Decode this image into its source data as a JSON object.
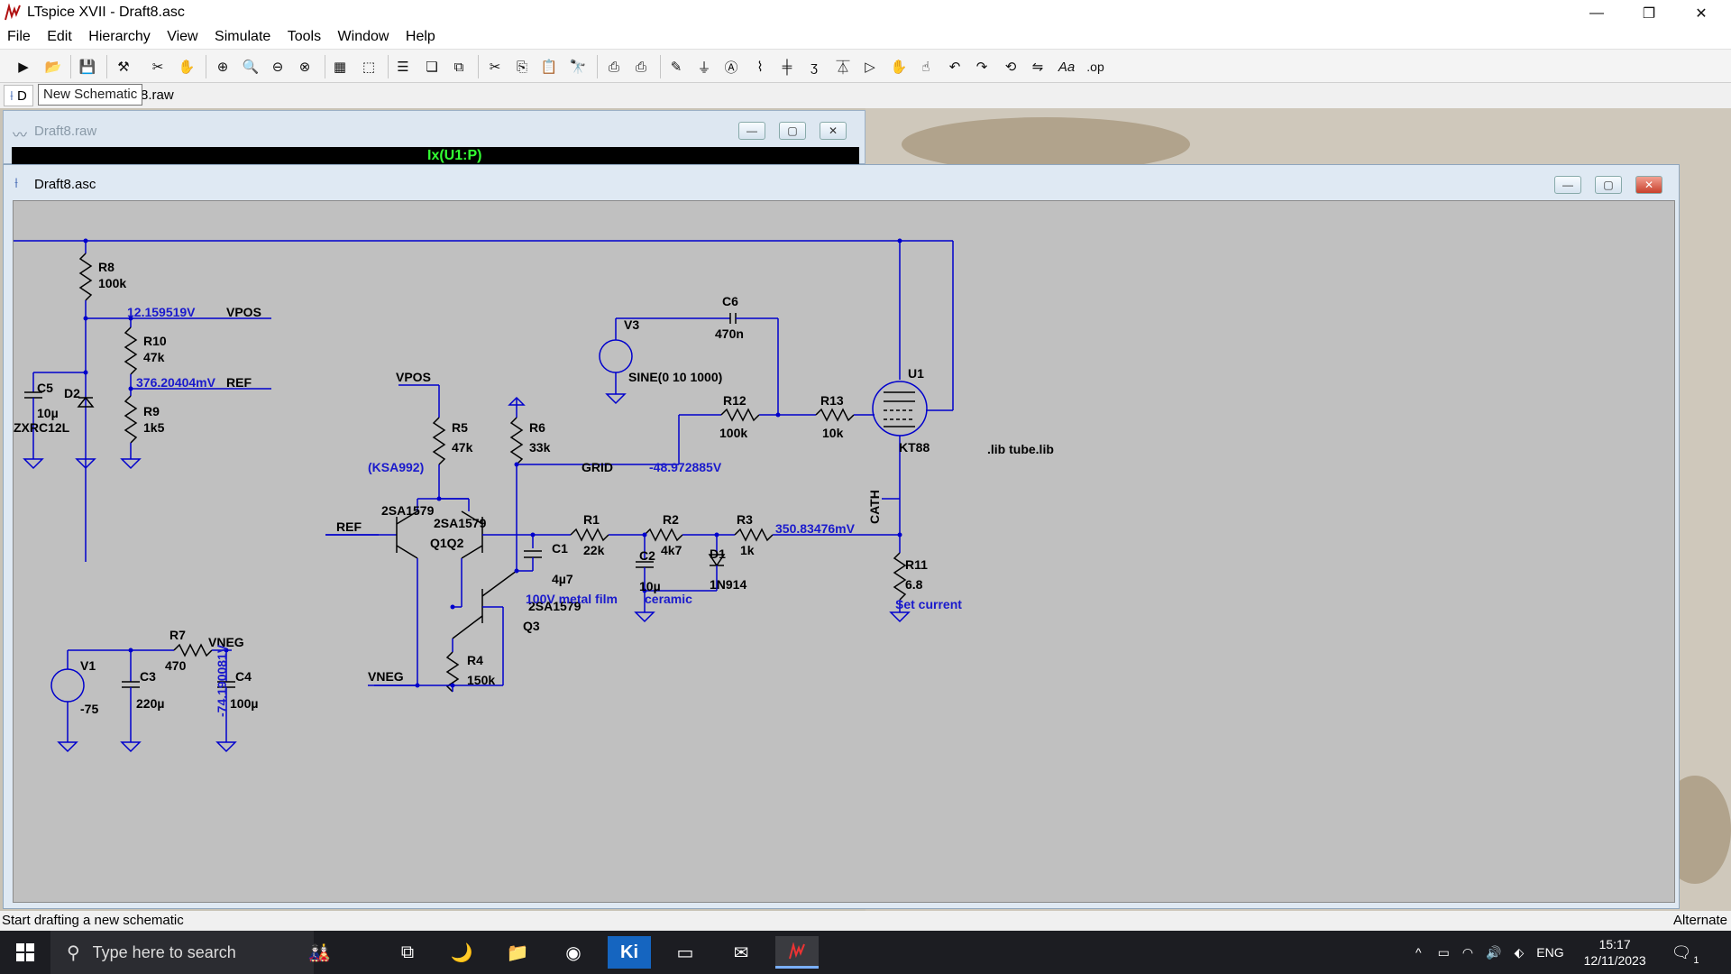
{
  "app": {
    "title": "LTspice XVII - Draft8.asc"
  },
  "window_controls": {
    "minimize": "—",
    "restore": "❐",
    "close": "✕"
  },
  "menu": [
    "File",
    "Edit",
    "Hierarchy",
    "View",
    "Simulate",
    "Tools",
    "Window",
    "Help"
  ],
  "toolbar": {
    "icons": [
      "run-icon",
      "open-icon",
      "save-icon",
      "control-panel-icon",
      "halt-icon",
      "pan-hand-icon",
      "zoom-in-icon",
      "zoom-area-icon",
      "zoom-out-icon",
      "zoom-fit-icon",
      "autorange-icon",
      "zoom-back-icon",
      "tile-icon",
      "cascade-icon",
      "close-all-icon",
      "cut-icon",
      "copy-icon",
      "paste-icon",
      "find-icon",
      "print-icon",
      "print-preview-icon",
      "pencil-icon",
      "ground-icon",
      "label-icon",
      "resistor-icon",
      "capacitor-icon",
      "inductor-icon",
      "diode-icon",
      "component-icon",
      "move-icon",
      "drag-icon",
      "undo-icon",
      "redo-icon",
      "rotate-icon",
      "mirror-icon",
      "text-icon",
      "spice-directive-icon"
    ]
  },
  "tabs": {
    "first_tab_prefix": "D",
    "second_tab": "8.raw"
  },
  "tooltip": {
    "text": "New Schematic"
  },
  "raw_window": {
    "title": "Draft8.raw",
    "trace_label": "Ix(U1:P)"
  },
  "asc_window": {
    "title": "Draft8.asc"
  },
  "schematic": {
    "R8": {
      "name": "R8",
      "value": "100k"
    },
    "R10": {
      "name": "R10",
      "value": "47k"
    },
    "R9": {
      "name": "R9",
      "value": "1k5"
    },
    "C5": {
      "name": "C5",
      "value": "10µ"
    },
    "D2": {
      "name": "D2",
      "model": "ZXRC12L"
    },
    "vpos_voltage": "12.159519V",
    "vpos_label": "VPOS",
    "ref_voltage": "376.20404mV",
    "ref_label": "REF",
    "V3": {
      "name": "V3",
      "value": "SINE(0 10 1000)"
    },
    "C6": {
      "name": "C6",
      "value": "470n"
    },
    "R12": {
      "name": "R12",
      "value": "100k"
    },
    "R13": {
      "name": "R13",
      "value": "10k"
    },
    "U1": {
      "name": "U1",
      "model": "KT88"
    },
    "lib_directive": ".lib tube.lib",
    "vpos_label2": "VPOS",
    "R5": {
      "name": "R5",
      "value": "47k"
    },
    "R6": {
      "name": "R6",
      "value": "33k"
    },
    "ksa_note": "(KSA992)",
    "grid_label": "GRID",
    "grid_voltage": "-48.972885V",
    "q1_model": "2SA1579",
    "q2_model": "2SA1579",
    "q1q2_names": "Q1Q2",
    "ref_label2": "REF",
    "R1": {
      "name": "R1",
      "value": "22k"
    },
    "R2": {
      "name": "R2",
      "value": "4k7"
    },
    "R3": {
      "name": "R3",
      "value": "1k"
    },
    "cath_voltage": "350.83476mV",
    "cath_label": "CATH",
    "C1": {
      "name": "C1",
      "value": "4µ7",
      "note": "100V metal film"
    },
    "C2": {
      "name": "C2",
      "value": "10µ",
      "note": "ceramic"
    },
    "D1": {
      "name": "D1",
      "model": "1N914"
    },
    "Q3": {
      "name": "Q3",
      "model": "2SA1579"
    },
    "R11": {
      "name": "R11",
      "value": "6.8",
      "note": "Set current"
    },
    "R4": {
      "name": "R4",
      "value": "150k"
    },
    "vneg_label": "VNEG",
    "V1": {
      "name": "V1",
      "value": "-75"
    },
    "R7": {
      "name": "R7",
      "value": "470"
    },
    "vneg_label2": "VNEG",
    "vneg_voltage": "-74.190081V",
    "C3": {
      "name": "C3",
      "value": "220µ"
    },
    "C4": {
      "name": "C4",
      "value": "100µ"
    }
  },
  "status": {
    "left": "Start drafting a new schematic",
    "right": "Alternate"
  },
  "taskbar": {
    "search_placeholder": "Type here to search",
    "language": "ENG",
    "time": "15:17",
    "date": "12/11/2023",
    "notification_count": "1"
  },
  "colors": {
    "wire": "#0000cc",
    "text": "#000000",
    "label_blue": "#1a1acc",
    "canvas": "#c0c0c0"
  }
}
